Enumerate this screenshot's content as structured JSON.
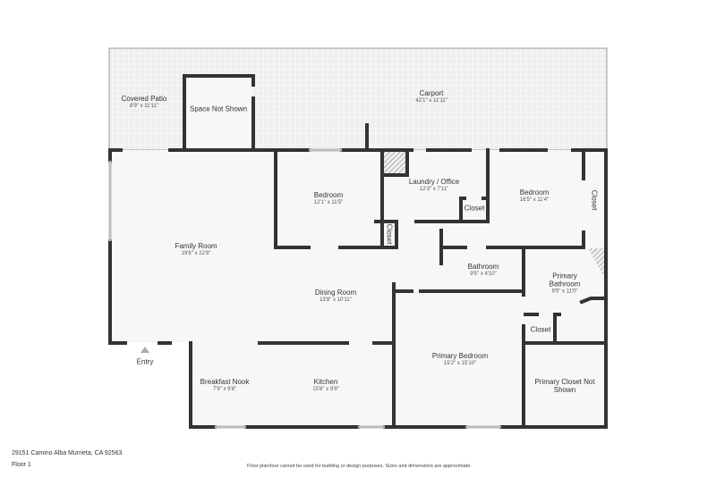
{
  "rooms": {
    "carport": {
      "name": "Carport",
      "dim": "42'1\" x 11'11\""
    },
    "covered_patio": {
      "name": "Covered Patio",
      "dim": "8'9\" x 11'11\""
    },
    "space_not_shown": {
      "name": "Space Not Shown"
    },
    "family_room": {
      "name": "Family Room",
      "dim": "19'6\" x 22'8\""
    },
    "bedroom_1": {
      "name": "Bedroom",
      "dim": "12'1\" x 11'5\""
    },
    "closet_1": {
      "name": "Closet"
    },
    "laundry": {
      "name": "Laundry / Office",
      "dim": "12'3\" x 7'11\""
    },
    "closet_2": {
      "name": "Closet"
    },
    "bedroom_2": {
      "name": "Bedroom",
      "dim": "16'5\" x 11'4\""
    },
    "closet_3": {
      "name": "Closet"
    },
    "bathroom": {
      "name": "Bathroom",
      "dim": "9'5\" x 4'10\""
    },
    "primary_bathroom": {
      "name": "Primary Bathroom",
      "dim": "9'5\" x 11'0\""
    },
    "dining_room": {
      "name": "Dining Room",
      "dim": "13'8\" x 10'11\""
    },
    "closet_4": {
      "name": "Closet"
    },
    "breakfast_nook": {
      "name": "Breakfast Nook",
      "dim": "7'9\" x 9'8\""
    },
    "kitchen": {
      "name": "Kitchen",
      "dim": "15'8\" x 9'8\""
    },
    "primary_bedroom": {
      "name": "Primary Bedroom",
      "dim": "15'2\" x 15'10\""
    },
    "primary_closet": {
      "name": "Primary Closet Not Shown"
    }
  },
  "entry_label": "Entry",
  "footer": {
    "address": "29151 Camino Alba Murrieta, CA 92563",
    "floor": "Floor 1",
    "disclaimer": "Floor plan/tour cannot be used for building or design purposes. Sizes and dimensions are approximate."
  }
}
